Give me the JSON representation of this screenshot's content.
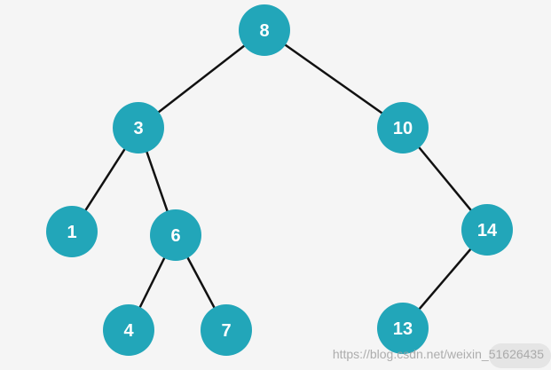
{
  "diagram": {
    "type": "binary-search-tree",
    "node_color": "#22a6b9",
    "edge_color": "#111111",
    "label_color": "#ffffff",
    "nodes": [
      {
        "id": "n8",
        "label": "8"
      },
      {
        "id": "n3",
        "label": "3"
      },
      {
        "id": "n10",
        "label": "10"
      },
      {
        "id": "n1",
        "label": "1"
      },
      {
        "id": "n6",
        "label": "6"
      },
      {
        "id": "n14",
        "label": "14"
      },
      {
        "id": "n4",
        "label": "4"
      },
      {
        "id": "n7",
        "label": "7"
      },
      {
        "id": "n13",
        "label": "13"
      }
    ],
    "edges": [
      {
        "from": "n8",
        "to": "n3"
      },
      {
        "from": "n8",
        "to": "n10"
      },
      {
        "from": "n3",
        "to": "n1"
      },
      {
        "from": "n3",
        "to": "n6"
      },
      {
        "from": "n10",
        "to": "n14"
      },
      {
        "from": "n6",
        "to": "n4"
      },
      {
        "from": "n6",
        "to": "n7"
      },
      {
        "from": "n14",
        "to": "n13"
      }
    ]
  },
  "watermark": {
    "text": "https://blog.csdn.net/weixin_51626435"
  }
}
